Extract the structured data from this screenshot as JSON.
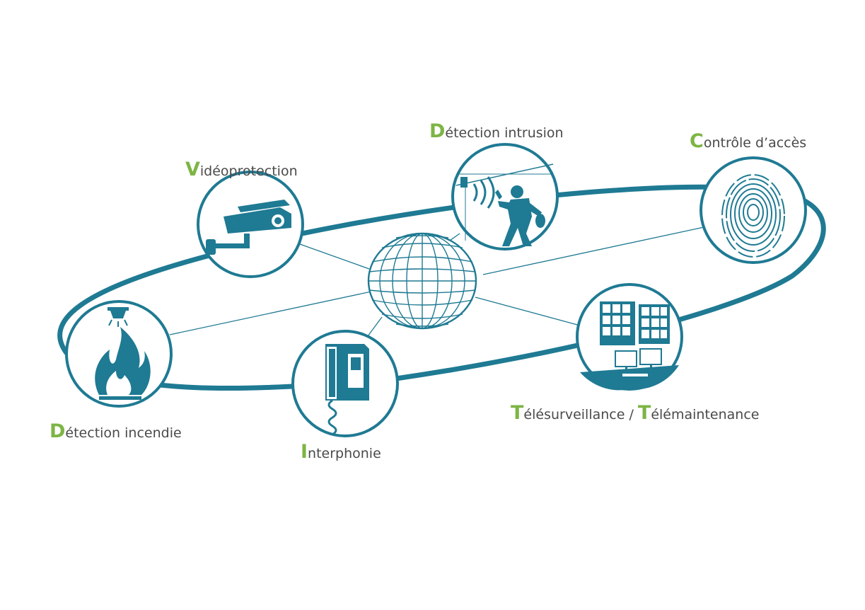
{
  "colors": {
    "accent": "#1f7a93",
    "capital_letter": "#7db544",
    "label_text": "#4a4a4a",
    "background": "#ffffff"
  },
  "nodes": {
    "videoprotection": {
      "first": "V",
      "rest": "idéoprotection",
      "icon": "cctv-camera-icon"
    },
    "intrusion": {
      "first": "D",
      "rest": "étection intrusion",
      "icon": "intruder-motion-sensor-icon"
    },
    "access": {
      "first": "C",
      "rest": "ontrôle d’accès",
      "icon": "fingerprint-icon"
    },
    "fire": {
      "first": "D",
      "rest": "étection incendie",
      "icon": "fire-detector-icon"
    },
    "intercom": {
      "first": "I",
      "rest": "nterphonie",
      "icon": "intercom-phone-icon"
    },
    "remote": {
      "first1": "T",
      "rest1": "élésurveillance / ",
      "first2": "T",
      "rest2": "élémaintenance",
      "icon": "monitoring-screens-icon"
    }
  },
  "hub": {
    "icon": "globe-icon"
  }
}
